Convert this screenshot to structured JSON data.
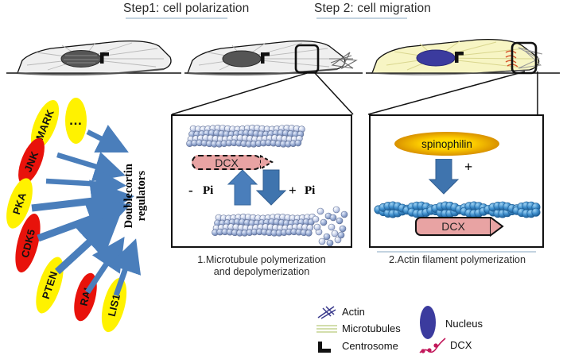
{
  "figure": {
    "title_left": "Step1: cell polarization",
    "title_right": "Step 2: cell migration"
  },
  "regulators": {
    "group_label_line1": "Doublecortin",
    "group_label_line2": "regulators",
    "items": [
      {
        "label": "MARK",
        "color": "#FFF200",
        "shape": "oval"
      },
      {
        "label": "…",
        "color": "#FFF200",
        "shape": "oval"
      },
      {
        "label": "JNK",
        "color": "#E8120B",
        "shape": "oval"
      },
      {
        "label": "PKA",
        "color": "#FFF200",
        "shape": "oval"
      },
      {
        "label": "CDK5",
        "color": "#E8120B",
        "shape": "oval"
      },
      {
        "label": "PTEN",
        "color": "#FFF200",
        "shape": "oval"
      },
      {
        "label": "RAI",
        "color": "#E8120B",
        "shape": "oval"
      },
      {
        "label": "LIS1",
        "color": "#FFF200",
        "shape": "oval"
      }
    ],
    "arrow_color": "#4A7EBB",
    "arrow_count": 8
  },
  "panel_microtubule": {
    "caption_line1": "1.Microtubule polymerization",
    "caption_line2": "and depolymerization",
    "dcx_label": "DCX",
    "left_sign": "-",
    "left_pi": "Pi",
    "right_sign": "+",
    "right_pi": "Pi",
    "tubulin_color": "#8fa3ce",
    "dcx_color": "#e8a3a3"
  },
  "panel_actin": {
    "caption": "2.Actin filament polymerization",
    "spinophilin_label": "spinophilin",
    "plus_sign": "+",
    "dcx_label": "DCX",
    "actin_color": "#2f7fc1",
    "dcx_color": "#e8a3a3"
  },
  "cells": [
    {
      "name": "cell-polarization-1",
      "cytoplasm": "#efefef",
      "nucleus": "#555555"
    },
    {
      "name": "cell-polarization-2",
      "cytoplasm": "#efefef",
      "nucleus": "#555555"
    },
    {
      "name": "cell-migration",
      "cytoplasm": "#f7f5c4",
      "nucleus": "#3b3b9e"
    }
  ],
  "legend": {
    "items": [
      {
        "label": "Actin",
        "icon": "actin-icon",
        "color": "#3a3a8c"
      },
      {
        "label": "Microtubules",
        "icon": "microtubule-icon",
        "color": "#cdd9a0"
      },
      {
        "label": "Centrosome",
        "icon": "centrosome-icon",
        "color": "#111111"
      },
      {
        "label": "Nucleus",
        "icon": "nucleus-icon",
        "color": "#3b3b9e"
      },
      {
        "label": "DCX",
        "icon": "dcx-icon",
        "color": "#c2185b"
      }
    ]
  }
}
